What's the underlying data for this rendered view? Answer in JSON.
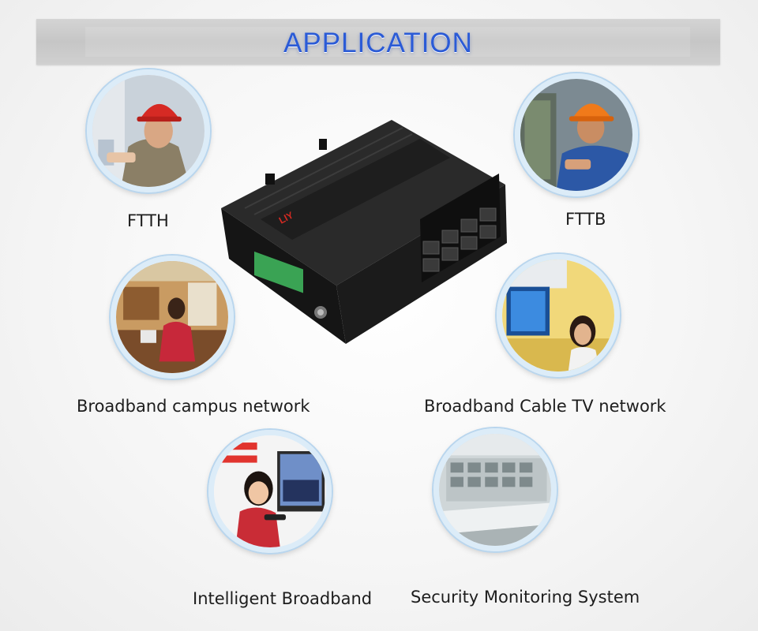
{
  "banner": {
    "title": "APPLICATION"
  },
  "applications": [
    {
      "label": "FTTH",
      "icon": "worker-hardhat-telephone-photo"
    },
    {
      "label": "FTTB",
      "icon": "worker-hardhat-fiber-photo"
    },
    {
      "label": "Broadband campus network",
      "icon": "student-computer-room-photo"
    },
    {
      "label": "Broadband Cable TV network",
      "icon": "woman-smart-tv-photo"
    },
    {
      "label": "Intelligent Broadband",
      "icon": "woman-remote-tv-photo"
    },
    {
      "label": "Security Monitoring System",
      "icon": "control-room-monitors-photo"
    }
  ],
  "product": {
    "brand": "LIY",
    "icon": "industrial-ethernet-switch-photo",
    "port_count": 8
  },
  "colors": {
    "title_blue": "#2b5bd6",
    "circle_ring": "#dcecf8",
    "banner_gray": "#c9c9c9",
    "device_body": "#1c1c1c",
    "terminal_green": "#3aa354"
  }
}
